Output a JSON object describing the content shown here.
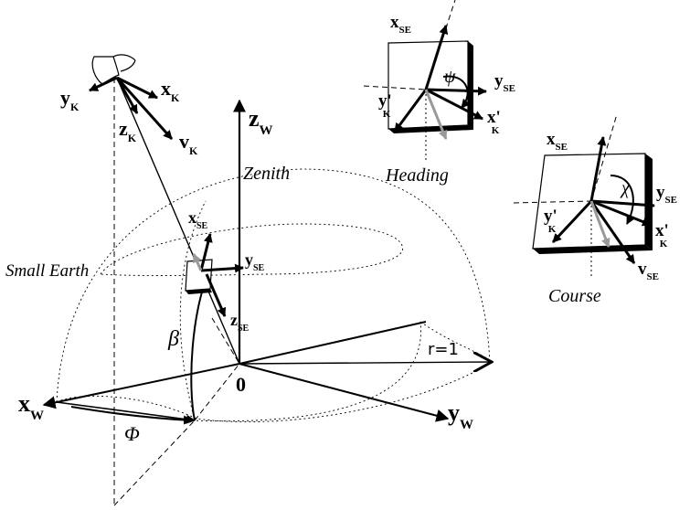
{
  "labels": {
    "zenith": "Zenith",
    "small_earth": "Small Earth",
    "heading": "Heading",
    "course": "Course",
    "origin": "0",
    "radius": "r=1",
    "beta": "β",
    "phi": "Φ",
    "psi": "ψ",
    "chi": "χ"
  },
  "axes": {
    "x_w": {
      "main": "x",
      "sub": "W"
    },
    "y_w": {
      "main": "y",
      "sub": "W"
    },
    "z_w": {
      "main": "z",
      "sub": "W"
    },
    "x_k": {
      "main": "x",
      "sub": "K"
    },
    "y_k": {
      "main": "y",
      "sub": "K"
    },
    "z_k": {
      "main": "z",
      "sub": "K"
    },
    "v_k": {
      "main": "v",
      "sub": "K"
    },
    "x_se": {
      "main": "x",
      "sub": "SE"
    },
    "y_se": {
      "main": "y",
      "sub": "SE"
    },
    "z_se": {
      "main": "z",
      "sub": "SE"
    },
    "heading_x_se": {
      "main": "x",
      "sub": "SE"
    },
    "heading_y_se": {
      "main": "y",
      "sub": "SE"
    },
    "heading_y_k_prime": {
      "main": "y'",
      "sub": "K"
    },
    "heading_x_k_prime": {
      "main": "x'",
      "sub": "K"
    },
    "course_x_se": {
      "main": "x",
      "sub": "SE"
    },
    "course_y_se": {
      "main": "y",
      "sub": "SE"
    },
    "course_y_k_prime": {
      "main": "y'",
      "sub": "K"
    },
    "course_x_k_prime": {
      "main": "x'",
      "sub": "K"
    },
    "course_v_se": {
      "main": "v",
      "sub": "SE"
    }
  }
}
